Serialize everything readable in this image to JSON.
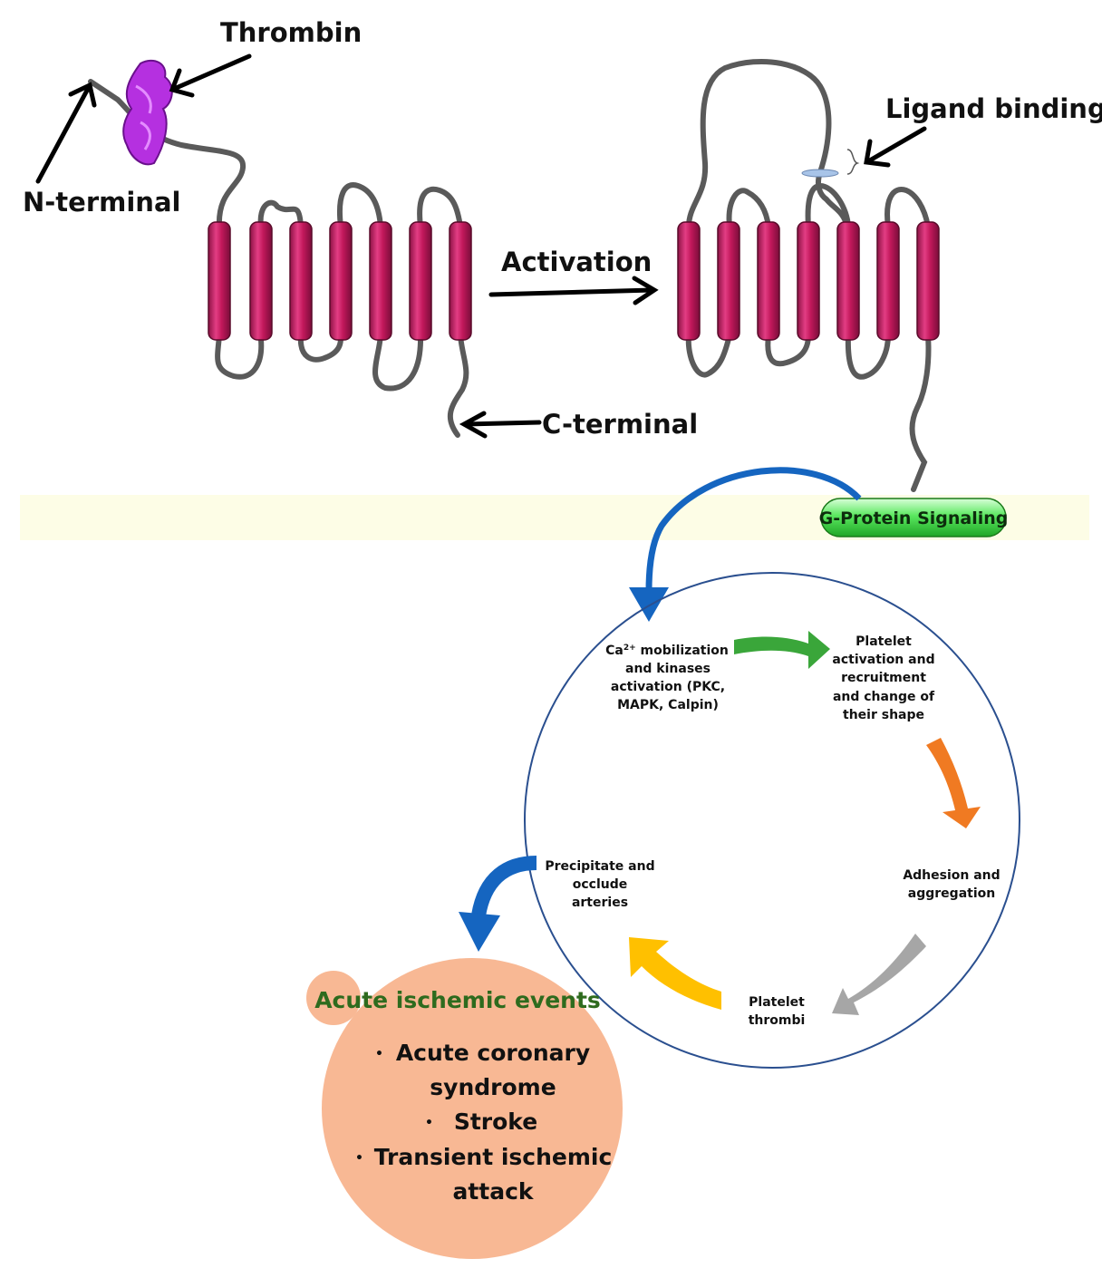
{
  "labels": {
    "thrombin": "Thrombin",
    "n_terminal": "N-terminal",
    "activation": "Activation",
    "c_terminal": "C-terminal",
    "ligand_binding": "Ligand binding",
    "g_protein": "G-Protein Signaling"
  },
  "cycle": {
    "ca_line1_base": "Ca",
    "ca_line1_sup": "2+",
    "ca_line1_rest": " mobilization",
    "ca_line2": "and kinases",
    "ca_line3": "activation (PKC,",
    "ca_line4": "MAPK, Calpin)",
    "platelet_act_1": "Platelet",
    "platelet_act_2": "activation and",
    "platelet_act_3": "recruitment",
    "platelet_act_4": "and change of",
    "platelet_act_5": "their shape",
    "adhesion_1": "Adhesion and",
    "adhesion_2": "aggregation",
    "thrombi_1": "Platelet",
    "thrombi_2": "thrombi",
    "precip_1": "Precipitate and",
    "precip_2": "occlude",
    "precip_3": "arteries"
  },
  "events": {
    "title": "Acute ischemic events",
    "bullet": "•",
    "item1_line1": "Acute coronary",
    "item1_line2": "syndrome",
    "item2": "Stroke",
    "item3_line1": "Transient ischemic",
    "item3_line2": "attack"
  },
  "colors": {
    "helix": "#c2185b",
    "helix_light": "#f06292",
    "loop": "#5a5a5a",
    "thrombin": "#b530e0",
    "membrane_band": "#fdfde8",
    "g_protein": "#35d83a",
    "cycle_circle": "#2a4f8f",
    "blue_arrow": "#1565c0",
    "green_arrow": "#3aa63a",
    "orange_arrow": "#f07a22",
    "gray_arrow": "#a6a6a6",
    "yellow_arrow": "#ffc000",
    "events_fill": "#f8b894",
    "events_title": "#2e6b1e"
  }
}
